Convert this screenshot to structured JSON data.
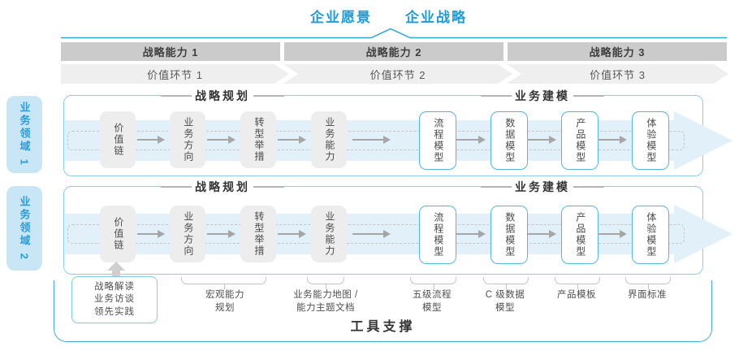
{
  "colors": {
    "accent_blue": "#1f9cd8",
    "container_border_blue": "#8bcdec",
    "domain_label_bg": "#c9e6f6",
    "band_blue": "#e2f0fa",
    "capability_bar_gray": "#cbcbcb",
    "value_link_gray": "#efefef",
    "box_gray": "#ededed",
    "model_box_border": "#55b5e3",
    "tool_border": "#49a8d8"
  },
  "header": {
    "vision": "企业愿景",
    "strategy": "企业战略"
  },
  "strategic_capabilities": [
    "战略能力 1",
    "战略能力 2",
    "战略能力 3"
  ],
  "value_links": [
    "价值环节 1",
    "价值环节 2",
    "价值环节 3"
  ],
  "business_domains": [
    "业务领域 1",
    "业务领域 2"
  ],
  "rows": [
    {
      "planning_title": "战略规划",
      "modeling_title": "业务建模",
      "planning_boxes": [
        "价值链",
        "业务方向",
        "转型举措",
        "业务能力"
      ],
      "modeling_boxes": [
        "流程模型",
        "数据模型",
        "产品模型",
        "体验模型"
      ]
    },
    {
      "planning_title": "战略规划",
      "modeling_title": "业务建模",
      "planning_boxes": [
        "价值链",
        "业务方向",
        "转型举措",
        "业务能力"
      ],
      "modeling_boxes": [
        "流程模型",
        "数据模型",
        "产品模型",
        "体验模型"
      ]
    }
  ],
  "annotations": {
    "practice_box": "战略解读\n业务访谈\n领先实践",
    "items": [
      "宏观能力\n规划",
      "业务能力地图 /\n能力主题文档",
      "五级流程\n模型",
      "C 级数据\n模型",
      "产品模板",
      "界面标准"
    ]
  },
  "footer": {
    "tool_support": "工具支撑"
  }
}
